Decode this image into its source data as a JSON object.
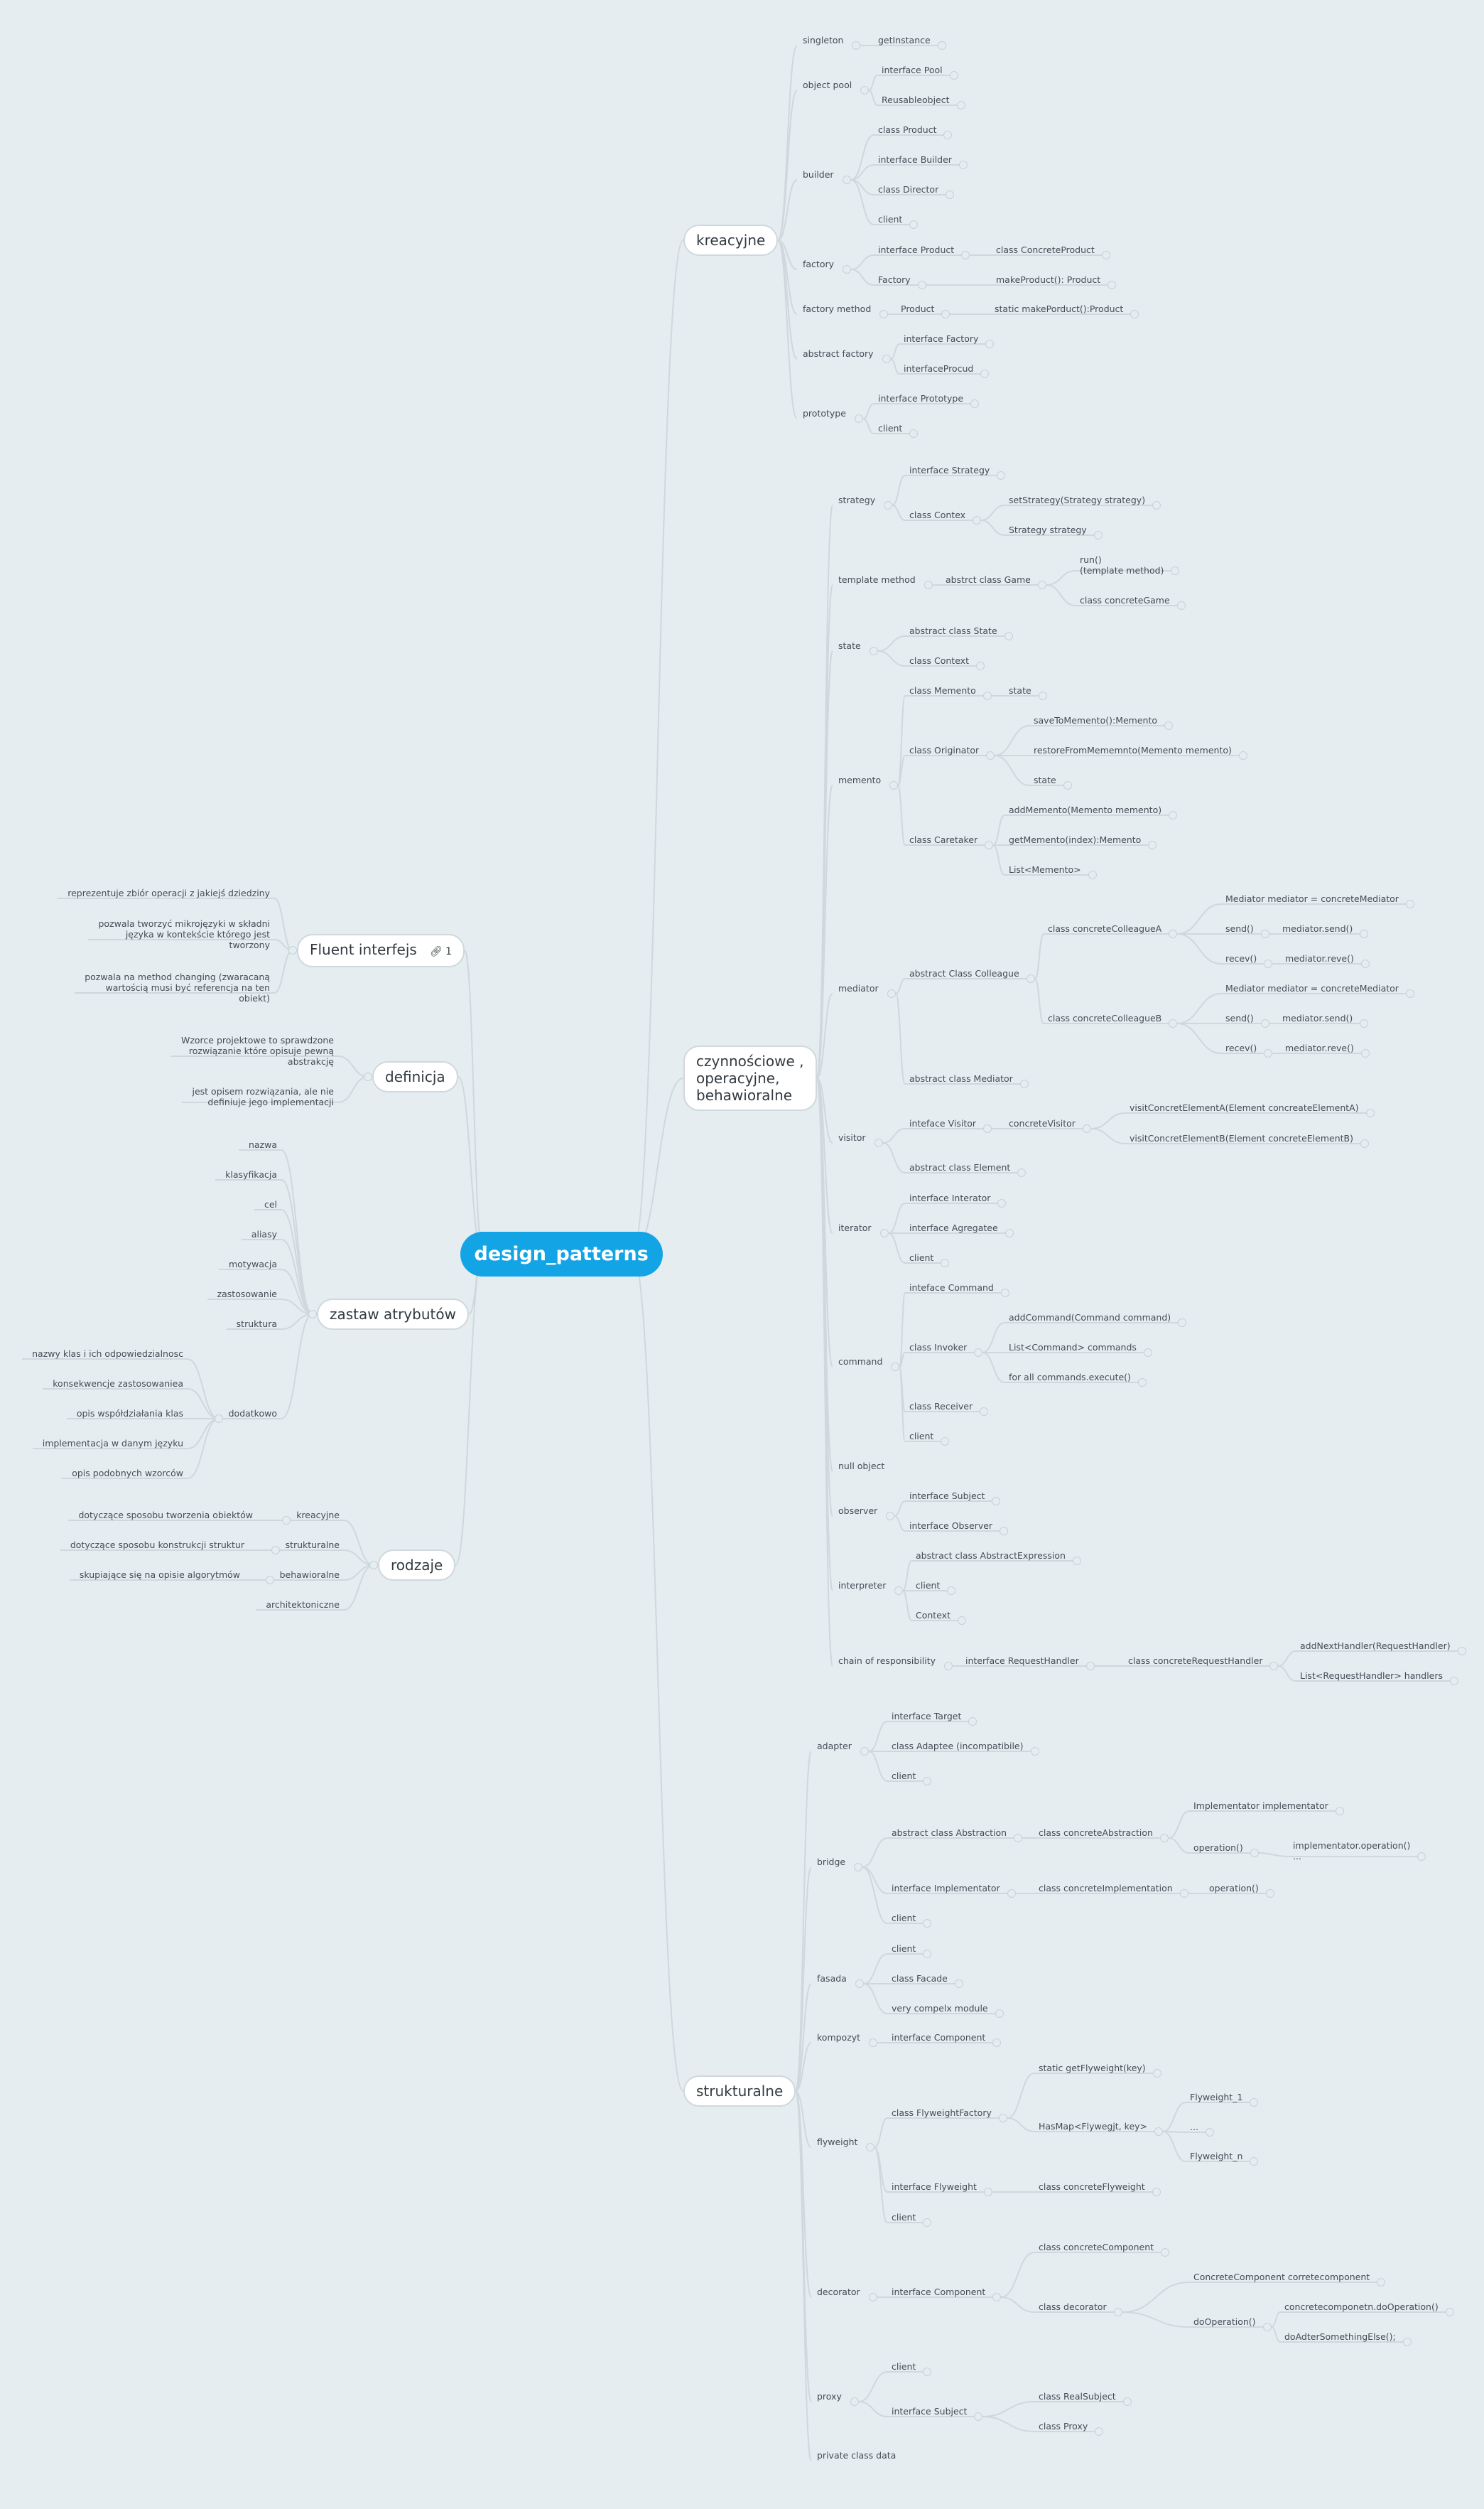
{
  "root": "design_patterns",
  "branches": [
    {
      "id": "kreacyjne",
      "label": "kreacyjne",
      "children": [
        {
          "label": "singleton",
          "children": [
            {
              "label": "getInstance"
            }
          ]
        },
        {
          "label": "object pool",
          "children": [
            {
              "label": "interface Pool"
            },
            {
              "label": "Reusableobject"
            }
          ]
        },
        {
          "label": "builder",
          "children": [
            {
              "label": "class Product"
            },
            {
              "label": "interface Builder"
            },
            {
              "label": "class Director"
            },
            {
              "label": "client"
            }
          ]
        },
        {
          "label": "factory",
          "children": [
            {
              "label": "interface Product",
              "children": [
                {
                  "label": "class ConcreteProduct"
                }
              ]
            },
            {
              "label": "Factory",
              "children": [
                {
                  "label": "makeProduct(): Product"
                }
              ]
            }
          ]
        },
        {
          "label": "factory method",
          "children": [
            {
              "label": "Product",
              "children": [
                {
                  "label": "static makePorduct():Product"
                }
              ]
            }
          ]
        },
        {
          "label": "abstract factory",
          "children": [
            {
              "label": "interface Factory"
            },
            {
              "label": "interfaceProcud"
            }
          ]
        },
        {
          "label": "prototype",
          "children": [
            {
              "label": "interface Prototype"
            },
            {
              "label": "client"
            }
          ]
        }
      ]
    },
    {
      "id": "czynnosciowe",
      "label": "czynnościowe ,\noperacyjne,\nbehawioralne",
      "children": [
        {
          "label": "strategy",
          "children": [
            {
              "label": "interface Strategy"
            },
            {
              "label": "class Contex",
              "children": [
                {
                  "label": "setStrategy(Strategy strategy)"
                },
                {
                  "label": "Strategy strategy"
                }
              ]
            }
          ]
        },
        {
          "label": "template method",
          "children": [
            {
              "label": "abstrct class Game",
              "children": [
                {
                  "label": "run()\n(template method)"
                },
                {
                  "label": "class concreteGame"
                }
              ]
            }
          ]
        },
        {
          "label": "state",
          "children": [
            {
              "label": "abstract class State"
            },
            {
              "label": "class Context"
            }
          ]
        },
        {
          "label": "memento",
          "children": [
            {
              "label": "class Memento",
              "children": [
                {
                  "label": "state"
                }
              ]
            },
            {
              "label": "class Originator",
              "children": [
                {
                  "label": "saveToMemento():Memento"
                },
                {
                  "label": "restoreFromMememnto(Memento memento)"
                },
                {
                  "label": "state"
                }
              ]
            },
            {
              "label": "class Caretaker",
              "children": [
                {
                  "label": "addMemento(Memento memento)"
                },
                {
                  "label": "getMemento(index):Memento"
                },
                {
                  "label": "List<Memento>"
                }
              ]
            }
          ]
        },
        {
          "label": "mediator",
          "children": [
            {
              "label": "abstract Class Colleague",
              "children": [
                {
                  "label": "class concreteColleagueA",
                  "children": [
                    {
                      "label": "Mediator mediator = concreteMediator"
                    },
                    {
                      "label": "send()",
                      "children": [
                        {
                          "label": "mediator.send()"
                        }
                      ]
                    },
                    {
                      "label": "recev()",
                      "children": [
                        {
                          "label": "mediator.reve()"
                        }
                      ]
                    }
                  ]
                },
                {
                  "label": "class concreteColleagueB",
                  "children": [
                    {
                      "label": "Mediator mediator = concreteMediator"
                    },
                    {
                      "label": "send()",
                      "children": [
                        {
                          "label": "mediator.send()"
                        }
                      ]
                    },
                    {
                      "label": "recev()",
                      "children": [
                        {
                          "label": "mediator.reve()"
                        }
                      ]
                    }
                  ]
                }
              ]
            },
            {
              "label": "abstract class Mediator"
            }
          ]
        },
        {
          "label": "visitor",
          "children": [
            {
              "label": "inteface Visitor",
              "children": [
                {
                  "label": "concreteVisitor",
                  "children": [
                    {
                      "label": "visitConcretElementA(Element concreateElementA)"
                    },
                    {
                      "label": "visitConcretElementB(Element concreteElementB)"
                    }
                  ]
                }
              ]
            },
            {
              "label": "abstract class Element"
            }
          ]
        },
        {
          "label": "iterator",
          "children": [
            {
              "label": "interface Interator"
            },
            {
              "label": "interface Agregatee"
            },
            {
              "label": "client"
            }
          ]
        },
        {
          "label": "command",
          "children": [
            {
              "label": "inteface Command"
            },
            {
              "label": "class Invoker",
              "children": [
                {
                  "label": "addCommand(Command command)"
                },
                {
                  "label": "List<Command> commands"
                },
                {
                  "label": "for all commands.execute()"
                }
              ]
            },
            {
              "label": "class Receiver"
            },
            {
              "label": "client"
            }
          ]
        },
        {
          "label": "null object"
        },
        {
          "label": "observer",
          "children": [
            {
              "label": "interface Subject"
            },
            {
              "label": "interface Observer"
            }
          ]
        },
        {
          "label": "interpreter",
          "children": [
            {
              "label": "abstract class AbstractExpression"
            },
            {
              "label": "client"
            },
            {
              "label": "Context"
            }
          ]
        },
        {
          "label": "chain of responsibility",
          "children": [
            {
              "label": "interface RequestHandler",
              "children": [
                {
                  "label": "class concreteRequestHandler",
                  "children": [
                    {
                      "label": "addNextHandler(RequestHandler)"
                    },
                    {
                      "label": "List<RequestHandler> handlers"
                    }
                  ]
                }
              ]
            }
          ]
        }
      ]
    },
    {
      "id": "strukturalne",
      "label": "strukturalne",
      "children": [
        {
          "label": "adapter",
          "children": [
            {
              "label": "interface Target"
            },
            {
              "label": "class Adaptee (incompatibile)"
            },
            {
              "label": "client"
            }
          ]
        },
        {
          "label": "bridge",
          "children": [
            {
              "label": "abstract class Abstraction",
              "children": [
                {
                  "label": "class concreteAbstraction",
                  "children": [
                    {
                      "label": "Implementator implementator"
                    },
                    {
                      "label": "operation()",
                      "children": [
                        {
                          "label": "implementator.operation()\n..."
                        }
                      ]
                    }
                  ]
                }
              ]
            },
            {
              "label": "interface Implementator",
              "children": [
                {
                  "label": "class concreteImplementation",
                  "children": [
                    {
                      "label": "operation()"
                    }
                  ]
                }
              ]
            },
            {
              "label": "client"
            }
          ]
        },
        {
          "label": "fasada",
          "children": [
            {
              "label": "client"
            },
            {
              "label": "class Facade"
            },
            {
              "label": "very compelx module"
            }
          ]
        },
        {
          "label": "kompozyt",
          "children": [
            {
              "label": "interface Component"
            }
          ]
        },
        {
          "label": "flyweight",
          "children": [
            {
              "label": "class FlyweightFactory",
              "children": [
                {
                  "label": "static getFlyweight(key)"
                },
                {
                  "label": "HasMap<Flywegjt, key>",
                  "children": [
                    {
                      "label": "Flyweight_1"
                    },
                    {
                      "label": "..."
                    },
                    {
                      "label": "Flyweight_n"
                    }
                  ]
                }
              ]
            },
            {
              "label": "interface Flyweight",
              "children": [
                {
                  "label": "class concreteFlyweight"
                }
              ]
            },
            {
              "label": "client"
            }
          ]
        },
        {
          "label": "decorator",
          "children": [
            {
              "label": "interface Component",
              "children": [
                {
                  "label": "class concreteComponent"
                },
                {
                  "label": "class decorator",
                  "children": [
                    {
                      "label": "ConcreteComponent corretecomponent"
                    },
                    {
                      "label": "doOperation()",
                      "children": [
                        {
                          "label": "concretecomponetn.doOperation()"
                        },
                        {
                          "label": "doAdterSomethingElse();"
                        }
                      ]
                    }
                  ]
                }
              ]
            }
          ]
        },
        {
          "label": "proxy",
          "children": [
            {
              "label": "client"
            },
            {
              "label": "interface Subject",
              "children": [
                {
                  "label": "class RealSubject"
                },
                {
                  "label": "class Proxy"
                }
              ]
            }
          ]
        },
        {
          "label": "private class data"
        }
      ]
    },
    {
      "id": "fluent",
      "label": "Fluent interfejs",
      "badge": "1",
      "children": [
        {
          "label": "reprezentuje zbiór operacji z jakiejś dziedziny"
        },
        {
          "label": "pozwala tworzyć mikrojęzyki w składni\njęzyka w kontekście  którego jest\ntworzony"
        },
        {
          "label": "pozwala na method changing (zwaracaną\nwartością musi być referencja na ten\nobiekt)"
        }
      ]
    },
    {
      "id": "definicja",
      "label": "definicja",
      "children": [
        {
          "label": "Wzorce projektowe to sprawdzone\nrozwiązanie które opisuje pewną\nabstrakcję"
        },
        {
          "label": "jest opisem rozwiązania, ale nie\ndefiniuje jego implementacji"
        }
      ]
    },
    {
      "id": "atrybuty",
      "label": "zastaw atrybutów",
      "children": [
        {
          "label": "nazwa"
        },
        {
          "label": "klasyfikacja"
        },
        {
          "label": "cel"
        },
        {
          "label": "aliasy"
        },
        {
          "label": "motywacja"
        },
        {
          "label": "zastosowanie"
        },
        {
          "label": "struktura"
        },
        {
          "label": "dodatkowo",
          "children": [
            {
              "label": "nazwy klas i ich odpowiedzialnosc"
            },
            {
              "label": "konsekwencje zastosowaniea"
            },
            {
              "label": "opis współdziałania klas"
            },
            {
              "label": "implementacja w danym języku"
            },
            {
              "label": "opis podobnych wzorców"
            }
          ]
        }
      ]
    },
    {
      "id": "rodzaje",
      "label": "rodzaje",
      "children": [
        {
          "label": "kreacyjne",
          "children": [
            {
              "label": "dotyczące sposobu tworzenia obiektów"
            }
          ]
        },
        {
          "label": "strukturalne",
          "children": [
            {
              "label": "dotyczące sposobu konstrukcji struktur"
            }
          ]
        },
        {
          "label": "behawioralne",
          "children": [
            {
              "label": "skupiające się na opisie algorytmów"
            }
          ]
        },
        {
          "label": "architektoniczne"
        }
      ]
    }
  ]
}
